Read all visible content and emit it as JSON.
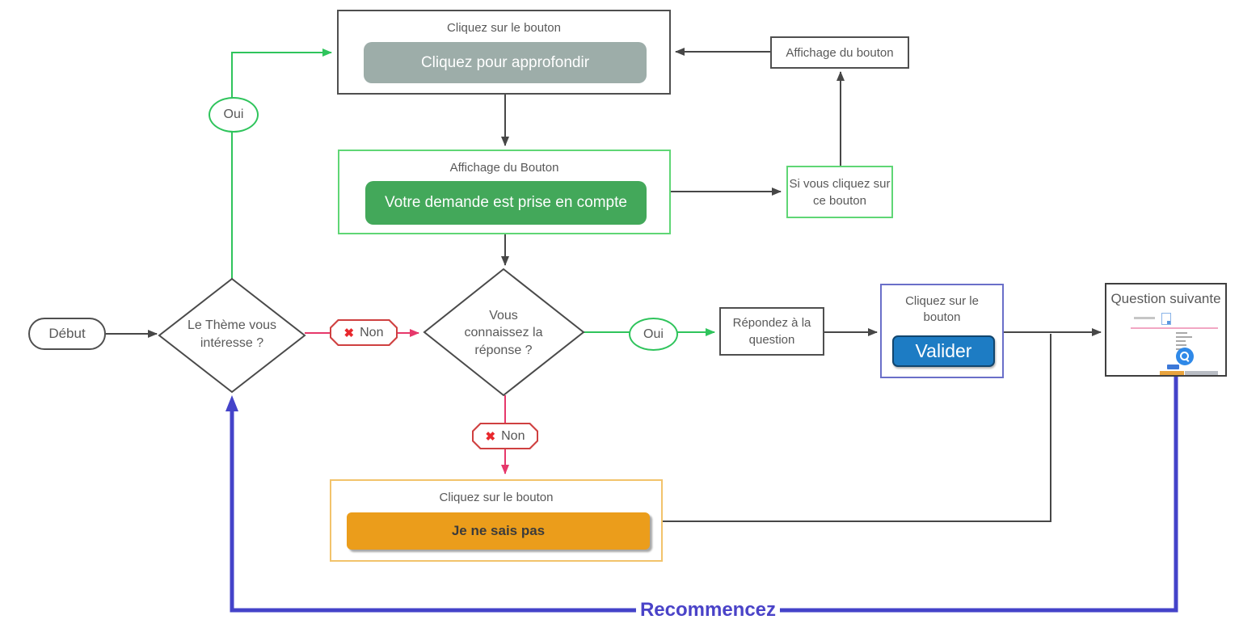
{
  "colors": {
    "line_dark": "#474747",
    "line_green": "#2fc45c",
    "line_pink": "#e6386b",
    "line_blue": "#4443c9",
    "node_border": "#4f4f4f",
    "green_border": "#5fd675",
    "blue_border": "#6a6fc9",
    "orange_border": "#f2c36b",
    "gray_button_bg": "#9dada9",
    "green_button_bg": "#43a85a",
    "blue_button_bg": "#1d7cc4",
    "blue_button_border": "#12466e",
    "orange_button_bg": "#eb9d1b",
    "text_gray": "#595959",
    "x_red": "#e8282d",
    "badge_border": "#cf4040"
  },
  "nodes": {
    "start": {
      "label": "Début"
    },
    "decision_theme": {
      "label": "Le Thème vous intéresse ?"
    },
    "top_box": {
      "title": "Cliquez sur le bouton",
      "button_label": "Cliquez pour approfondir"
    },
    "display_button": {
      "label": "Affichage du bouton"
    },
    "green_box": {
      "title": "Affichage du Bouton",
      "button_label": "Votre demande est prise en compte"
    },
    "if_click": {
      "label": "Si vous cliquez sur ce bouton"
    },
    "decision_answer": {
      "label": "Vous connaissez la réponse ?"
    },
    "answer": {
      "label": "Répondez à la question"
    },
    "validate_box": {
      "title": "Cliquez sur le bouton",
      "button_label": "Valider"
    },
    "next_question": {
      "title": "Question suivante"
    },
    "dont_know_box": {
      "title": "Cliquez sur le bouton",
      "button_label": "Je ne sais pas"
    }
  },
  "edges": {
    "oui_theme": "Oui",
    "non_theme": "Non",
    "oui_answer": "Oui",
    "non_answer": "Non",
    "restart_label": "Recommencez"
  },
  "icons": {
    "x_mark": "✖"
  }
}
